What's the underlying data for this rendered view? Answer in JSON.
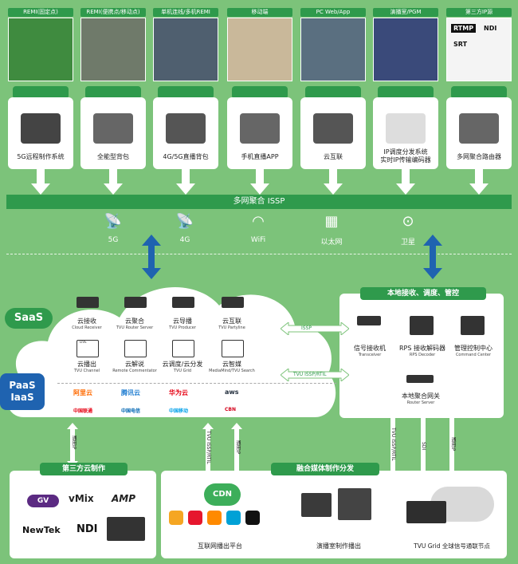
{
  "sources": [
    {
      "header": "REMI(固定点)",
      "label": "5G远程制作系统"
    },
    {
      "header": "REMI(便携点/移动点)",
      "label": "全能型背包"
    },
    {
      "header": "单机连线/多机REMI",
      "label": "4G/5G直播背包"
    },
    {
      "header": "移动端",
      "label": "手机直播APP"
    },
    {
      "header": "PC Web/App",
      "label": "云互联"
    },
    {
      "header": "演播室/PGM",
      "label_line1": "IP调度分发系统",
      "label_line2": "实时IP传输编码器"
    },
    {
      "header": "第三方IP源",
      "label": "多网聚合路由器"
    }
  ],
  "third_party_logos": [
    "RTMP",
    "NDI",
    "SRT"
  ],
  "isp_band": "多网聚合 ISSP",
  "networks": [
    {
      "label": "5G",
      "icon": "5g-tower-icon"
    },
    {
      "label": "4G",
      "icon": "4g-tower-icon"
    },
    {
      "label": "WiFi",
      "icon": "wifi-icon"
    },
    {
      "label": "以太网",
      "icon": "ethernet-icon"
    },
    {
      "label": "卫星",
      "icon": "satellite-icon"
    }
  ],
  "saas": "SaaS",
  "paas": "PaaS",
  "iaas": "IaaS",
  "cloud_items": [
    {
      "cn": "云接收",
      "en": "Cloud Receiver"
    },
    {
      "cn": "云聚合",
      "en": "TVU Router Server"
    },
    {
      "cn": "云导播",
      "en": "TVU Producer"
    },
    {
      "cn": "云互联",
      "en": "TVU Partyline"
    },
    {
      "cn": "云播出",
      "en": "TVU Channel"
    },
    {
      "cn": "云解说",
      "en": "Remote Commentator"
    },
    {
      "cn": "云调度/云分发",
      "en": "TVU Grid"
    },
    {
      "cn": "云智媒",
      "en": "MediaMind/TVU Search"
    }
  ],
  "cloud_vendors": [
    "阿里云",
    "腾讯云",
    "华为云",
    "aws",
    "中国联通",
    "中国电信",
    "中国移动",
    "CBN"
  ],
  "live_badge": "LIVE",
  "local": {
    "title": "本地接收、调度、管控",
    "items": [
      {
        "cn": "信号接收机",
        "en": "Transceiver"
      },
      {
        "cn": "RPS 接收解码器",
        "en": "RPS Decoder"
      },
      {
        "cn": "管理控制中心",
        "en": "Command Center"
      }
    ],
    "gateway_cn": "本地聚合网关",
    "gateway_en": "Router Server"
  },
  "links": {
    "issp": "ISSP",
    "tvu_issp_rtil": "TVU ISSP/RTIL",
    "tvu_issp_rtil_v": "TVU ISSP/RTIL",
    "ip_v": "通用IP",
    "sdi_v": "SDI"
  },
  "third_cloud": {
    "title": "第三方云制作",
    "logos": [
      "GV",
      "vMix",
      "AMP",
      "NewTek",
      "NDI"
    ]
  },
  "fusion": {
    "title": "融合媒体制作分发",
    "cdn": "CDN",
    "internet": "互联网播出平台",
    "studio": "演播室制作播出",
    "grid": "TVU Grid 全球信号通联节点"
  },
  "colors": {
    "bg": "#7cc37a",
    "green": "#2f9a4c",
    "blue": "#1f63b0"
  }
}
